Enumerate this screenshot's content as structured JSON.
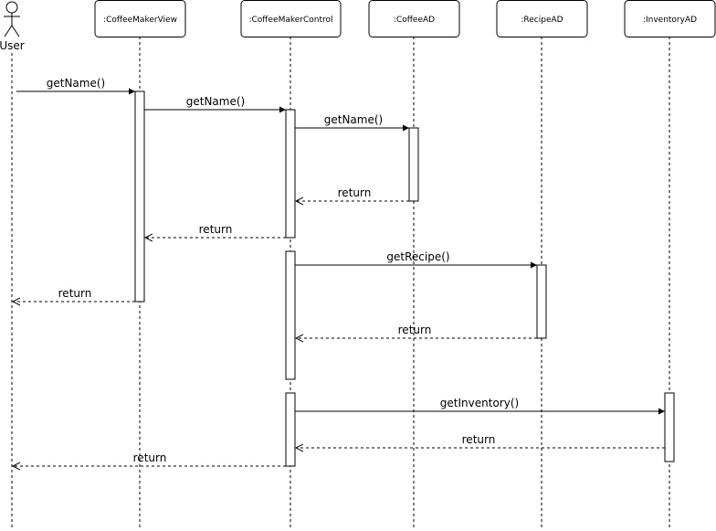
{
  "actor": {
    "label": "User"
  },
  "lifelines": [
    {
      "id": "view",
      "label": ":CoffeeMakerView"
    },
    {
      "id": "control",
      "label": ":CoffeeMakerControl"
    },
    {
      "id": "coffeead",
      "label": ":CoffeeAD"
    },
    {
      "id": "recipead",
      "label": ":RecipeAD"
    },
    {
      "id": "inventoryad",
      "label": ":InventoryAD"
    }
  ],
  "messages": [
    {
      "label": "getName()"
    },
    {
      "label": "getName()"
    },
    {
      "label": "getName()"
    },
    {
      "label": "return"
    },
    {
      "label": "return"
    },
    {
      "label": "getRecipe()"
    },
    {
      "label": "return"
    },
    {
      "label": "return"
    },
    {
      "label": "getInventory()"
    },
    {
      "label": "return"
    },
    {
      "label": "return"
    }
  ]
}
